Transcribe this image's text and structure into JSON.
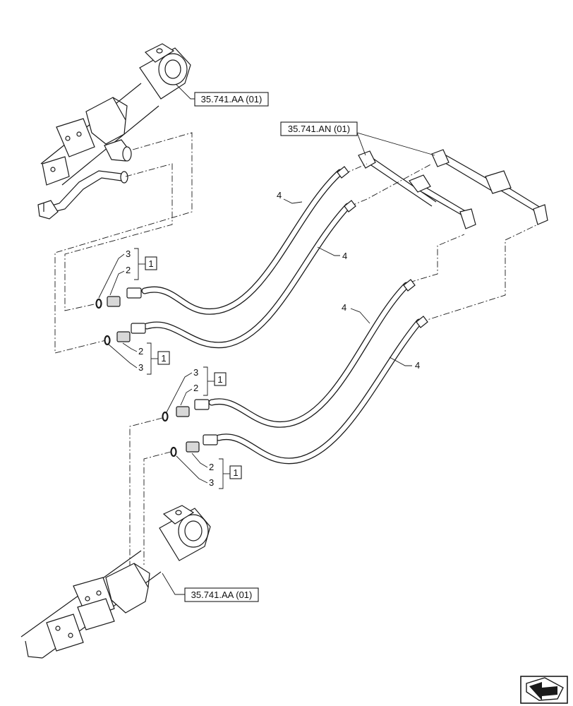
{
  "references": {
    "top_cylinder": "35.741.AA (01)",
    "pipe_assembly": "35.741.AN (01)",
    "bottom_cylinder": "35.741.AA (01)"
  },
  "callouts": {
    "hose": "4",
    "adapter": "2",
    "seal": "3",
    "kit": "1"
  },
  "icons": {
    "nav": "next-page-arrow-icon"
  }
}
